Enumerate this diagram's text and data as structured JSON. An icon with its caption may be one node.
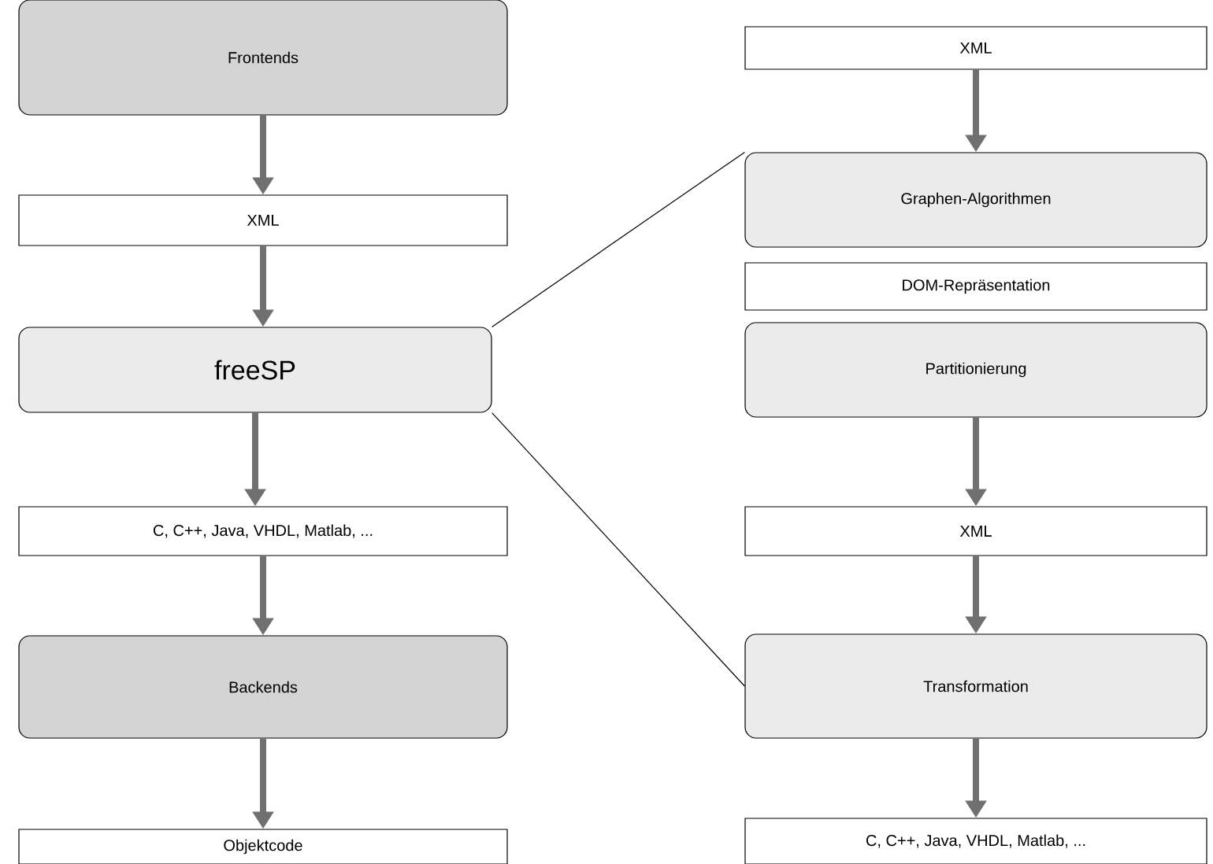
{
  "diagram": {
    "nodes": [
      {
        "text": [
          "Frontends"
        ]
      },
      {
        "text": [
          "XML"
        ]
      },
      {
        "text": [
          "freeSP"
        ]
      },
      {
        "text": [
          "C, C++, Java, VHDL, Matlab, ..."
        ]
      },
      {
        "text": [
          "Backends"
        ]
      },
      {
        "text": [
          "Objektcode"
        ]
      },
      {
        "text": [
          "XML"
        ]
      },
      {
        "text": [
          "Graphen-Algorithmen"
        ]
      },
      {
        "text": [
          "DOM-Repräsentation"
        ]
      },
      {
        "text": [
          "Partitionierung"
        ]
      },
      {
        "text": [
          "XML"
        ]
      },
      {
        "text": [
          "Transformation"
        ]
      },
      {
        "text": [
          "C, C++, Java, VHDL, Matlab, ..."
        ]
      }
    ],
    "edges": [
      {
        "from": 0,
        "to": 1,
        "arrow": "to"
      },
      {
        "from": 1,
        "to": 2,
        "arrow": "to"
      },
      {
        "from": 2,
        "to": 3,
        "arrow": "to"
      },
      {
        "from": 3,
        "to": 4,
        "arrow": "to"
      },
      {
        "from": 4,
        "to": 5,
        "arrow": "to"
      },
      {
        "from": 6,
        "to": 7,
        "arrow": "to"
      },
      {
        "from": 9,
        "to": 10,
        "arrow": "to"
      },
      {
        "from": 10,
        "to": 11,
        "arrow": "to"
      },
      {
        "from": 11,
        "to": 12,
        "arrow": "to"
      },
      {
        "from": 2,
        "to": 7,
        "arrow": "none",
        "color": "#000000"
      },
      {
        "from": 2,
        "to": 11,
        "arrow": "none",
        "color": "#000000"
      }
    ]
  }
}
